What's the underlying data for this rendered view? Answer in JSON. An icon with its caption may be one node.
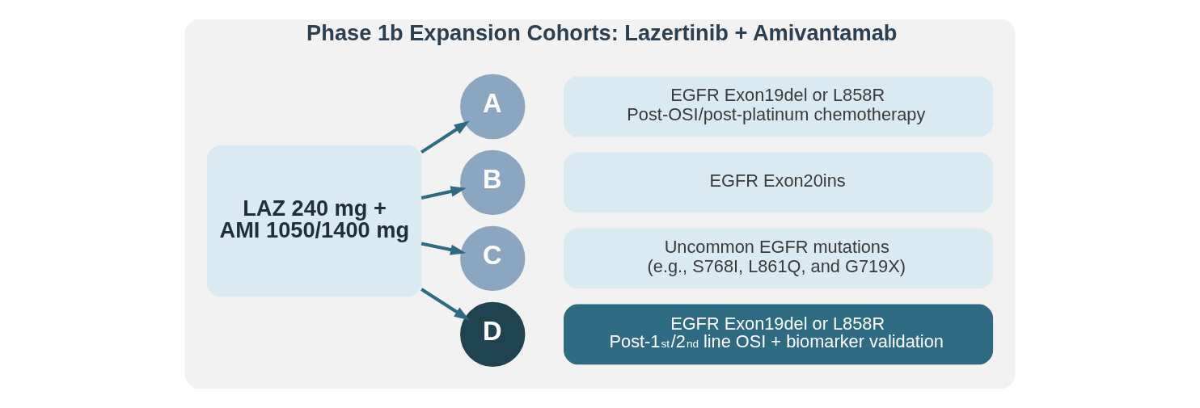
{
  "diagram": {
    "nodes": [
      {
        "text": [
          "Phase 1b Expansion Cohorts: Lazertinib + Amivantamab"
        ]
      },
      {
        "text": [
          "LAZ 240 mg +",
          "AMI 1050/1400 mg"
        ],
        "in": 0
      },
      {
        "text": [
          "A"
        ],
        "in": 0
      },
      {
        "text": [
          "EGFR Exon19del or L858R",
          "Post-OSI/post-platinum chemotherapy"
        ],
        "in": 0
      },
      {
        "text": [
          "B"
        ],
        "in": 0
      },
      {
        "text": [
          "EGFR Exon20ins"
        ],
        "in": 0
      },
      {
        "text": [
          "C"
        ],
        "in": 0
      },
      {
        "text": [
          "Uncommon EGFR mutations",
          "(e.g., S768I, L861Q, and G719X)"
        ],
        "in": 0
      },
      {
        "text": [
          "D"
        ],
        "in": 0
      },
      {
        "text": [
          "EGFR Exon19del or L858R",
          "Post-1$^{st}$/2$^{nd}$ line OSI + biomarker validation"
        ],
        "in": 0
      }
    ],
    "edges": [
      {
        "from": 1,
        "to": 2,
        "arrow": "to"
      },
      {
        "from": 1,
        "to": 4,
        "arrow": "to"
      },
      {
        "from": 1,
        "to": 6,
        "arrow": "to"
      },
      {
        "from": 1,
        "to": 8,
        "arrow": "to"
      }
    ]
  }
}
